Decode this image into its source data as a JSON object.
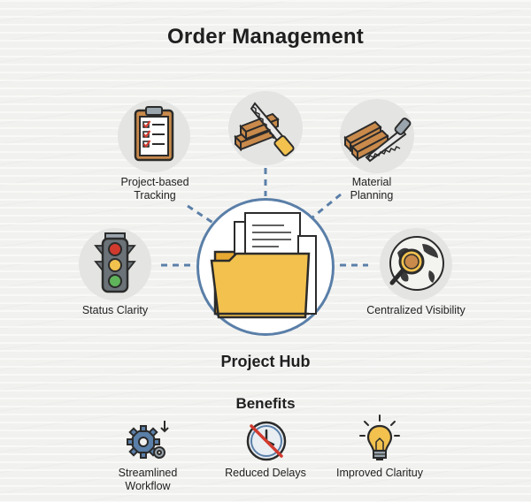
{
  "title": "Order Management",
  "hub": {
    "label": "Project Hub",
    "icon": "folder-icon"
  },
  "features": [
    {
      "id": "tracking",
      "label_lines": [
        "Project-based",
        "Tracking"
      ],
      "icon": "clipboard-checklist-icon"
    },
    {
      "id": "lumber",
      "icon": "lumber-saw-icon"
    },
    {
      "id": "material",
      "label_lines": [
        "Material",
        "Planning"
      ],
      "icon": "lumber-saw-icon"
    },
    {
      "id": "status",
      "label_lines": [
        "Status Clarity"
      ],
      "icon": "traffic-light-icon"
    },
    {
      "id": "visibility",
      "label_lines": [
        "Centralized Visibility"
      ],
      "icon": "globe-magnifier-icon"
    }
  ],
  "benefits": {
    "title": "Benefits",
    "items": [
      {
        "label_lines": [
          "Streamlined",
          "Workflow"
        ],
        "icon": "gear-icon"
      },
      {
        "label_lines": [
          "Reduced Delays"
        ],
        "icon": "crossed-clock-icon"
      },
      {
        "label_lines": [
          "Improved Clarituy"
        ],
        "icon": "lightbulb-icon"
      }
    ]
  },
  "colors": {
    "accent_blue": "#5a7fa8",
    "folder_yellow": "#f2c14e",
    "outline": "#2b2b2b",
    "wood": "#c98a4b",
    "icon_bg": "#e4e4e2"
  }
}
